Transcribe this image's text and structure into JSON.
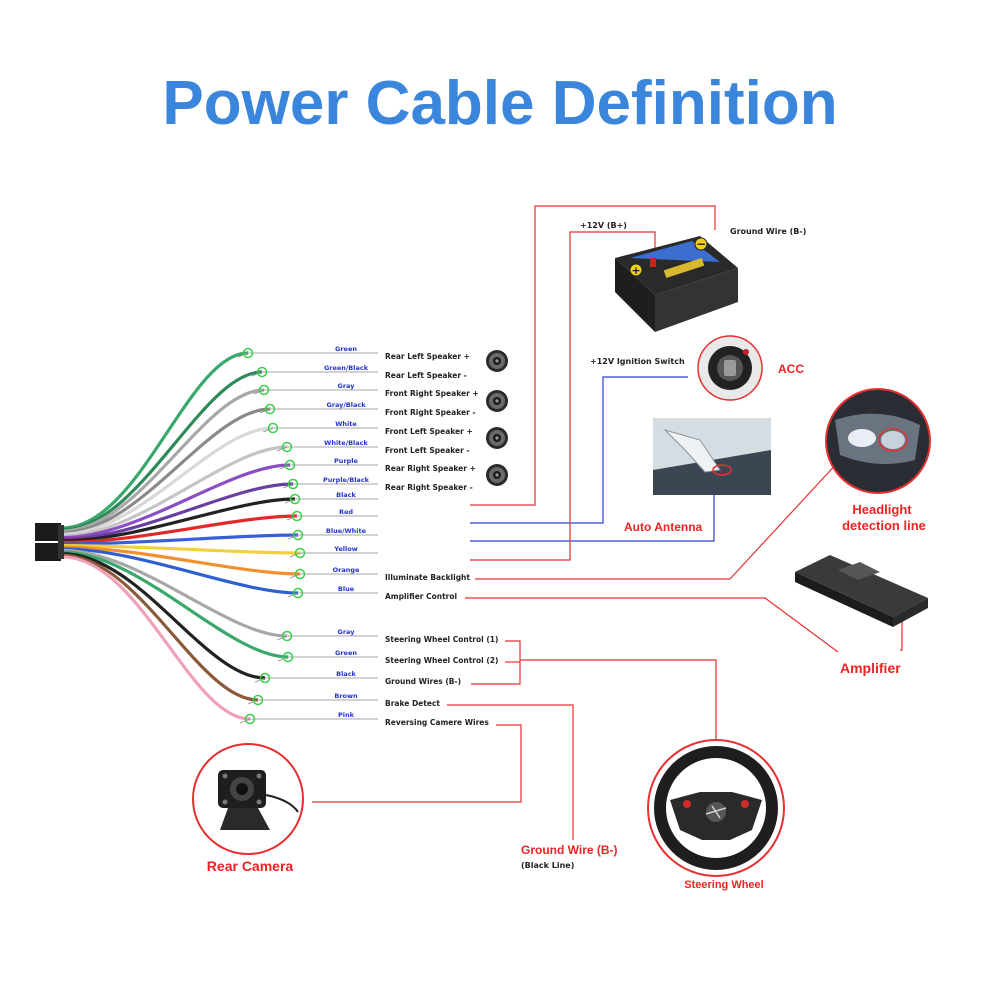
{
  "title": "Power Cable Definition",
  "colors": {
    "title": "#3a86dc",
    "red_line": "#e53030",
    "blue_line": "#2a3fcc",
    "accent_label": "#e22222"
  },
  "wires": [
    {
      "color_name": "Green",
      "function": "Rear Left Speaker +",
      "wire_hex": "#3aa86a"
    },
    {
      "color_name": "Green/Black",
      "function": "Rear Left Speaker -",
      "wire_hex": "#2f8a5a"
    },
    {
      "color_name": "Gray",
      "function": "Front Right Speaker +",
      "wire_hex": "#a8a8a8"
    },
    {
      "color_name": "Gray/Black",
      "function": "Front Right Speaker -",
      "wire_hex": "#8a8a8a"
    },
    {
      "color_name": "White",
      "function": "Front Left Speaker +",
      "wire_hex": "#d8d8d8"
    },
    {
      "color_name": "White/Black",
      "function": "Front Left Speaker -",
      "wire_hex": "#c4c4c4"
    },
    {
      "color_name": "Purple",
      "function": "Rear Right Speaker +",
      "wire_hex": "#8a4fc4"
    },
    {
      "color_name": "Purple/Black",
      "function": "Rear Right Speaker -",
      "wire_hex": "#6b3fa0"
    },
    {
      "color_name": "Black",
      "function": "",
      "wire_hex": "#222222"
    },
    {
      "color_name": "Red",
      "function": "",
      "wire_hex": "#e02a2a"
    },
    {
      "color_name": "Blue/White",
      "function": "",
      "wire_hex": "#3a5fd8"
    },
    {
      "color_name": "Yellow",
      "function": "",
      "wire_hex": "#f0d040"
    },
    {
      "color_name": "Orange",
      "function": "Illuminate Backlight",
      "wire_hex": "#f09030"
    },
    {
      "color_name": "Blue",
      "function": "Amplifier Control",
      "wire_hex": "#3060d0"
    },
    {
      "color_name": "Gray",
      "function": "Steering Wheel Control (1)",
      "wire_hex": "#a8a8a8"
    },
    {
      "color_name": "Green",
      "function": "Steering Wheel Control (2)",
      "wire_hex": "#3aa86a"
    },
    {
      "color_name": "Black",
      "function": "Ground Wires (B-)",
      "wire_hex": "#222222"
    },
    {
      "color_name": "Brown",
      "function": "Brake Detect",
      "wire_hex": "#8a5a3a"
    },
    {
      "color_name": "Pink",
      "function": "Reversing Camere Wires",
      "wire_hex": "#f0a0b8"
    }
  ],
  "labels": {
    "battery_positive": "+12V  (B+)",
    "ground_wire": "Ground Wire (B-)",
    "ignition": "+12V  Ignition Switch",
    "acc": "ACC",
    "auto_antenna": "Auto Antenna",
    "headlight_line1": "Headlight",
    "headlight_line2": "detection line",
    "amplifier": "Amplifier",
    "rear_camera": "Rear Camera",
    "ground_bottom_line1": "Ground Wire (B-)",
    "ground_bottom_line2": "(Black Line)",
    "steering_wheel": "Steering Wheel"
  },
  "icons": [
    "speaker-icon",
    "battery-icon",
    "ignition-switch-icon",
    "antenna-photo",
    "headlight-icon",
    "amplifier-icon",
    "rear-camera-icon",
    "steering-wheel-icon"
  ]
}
